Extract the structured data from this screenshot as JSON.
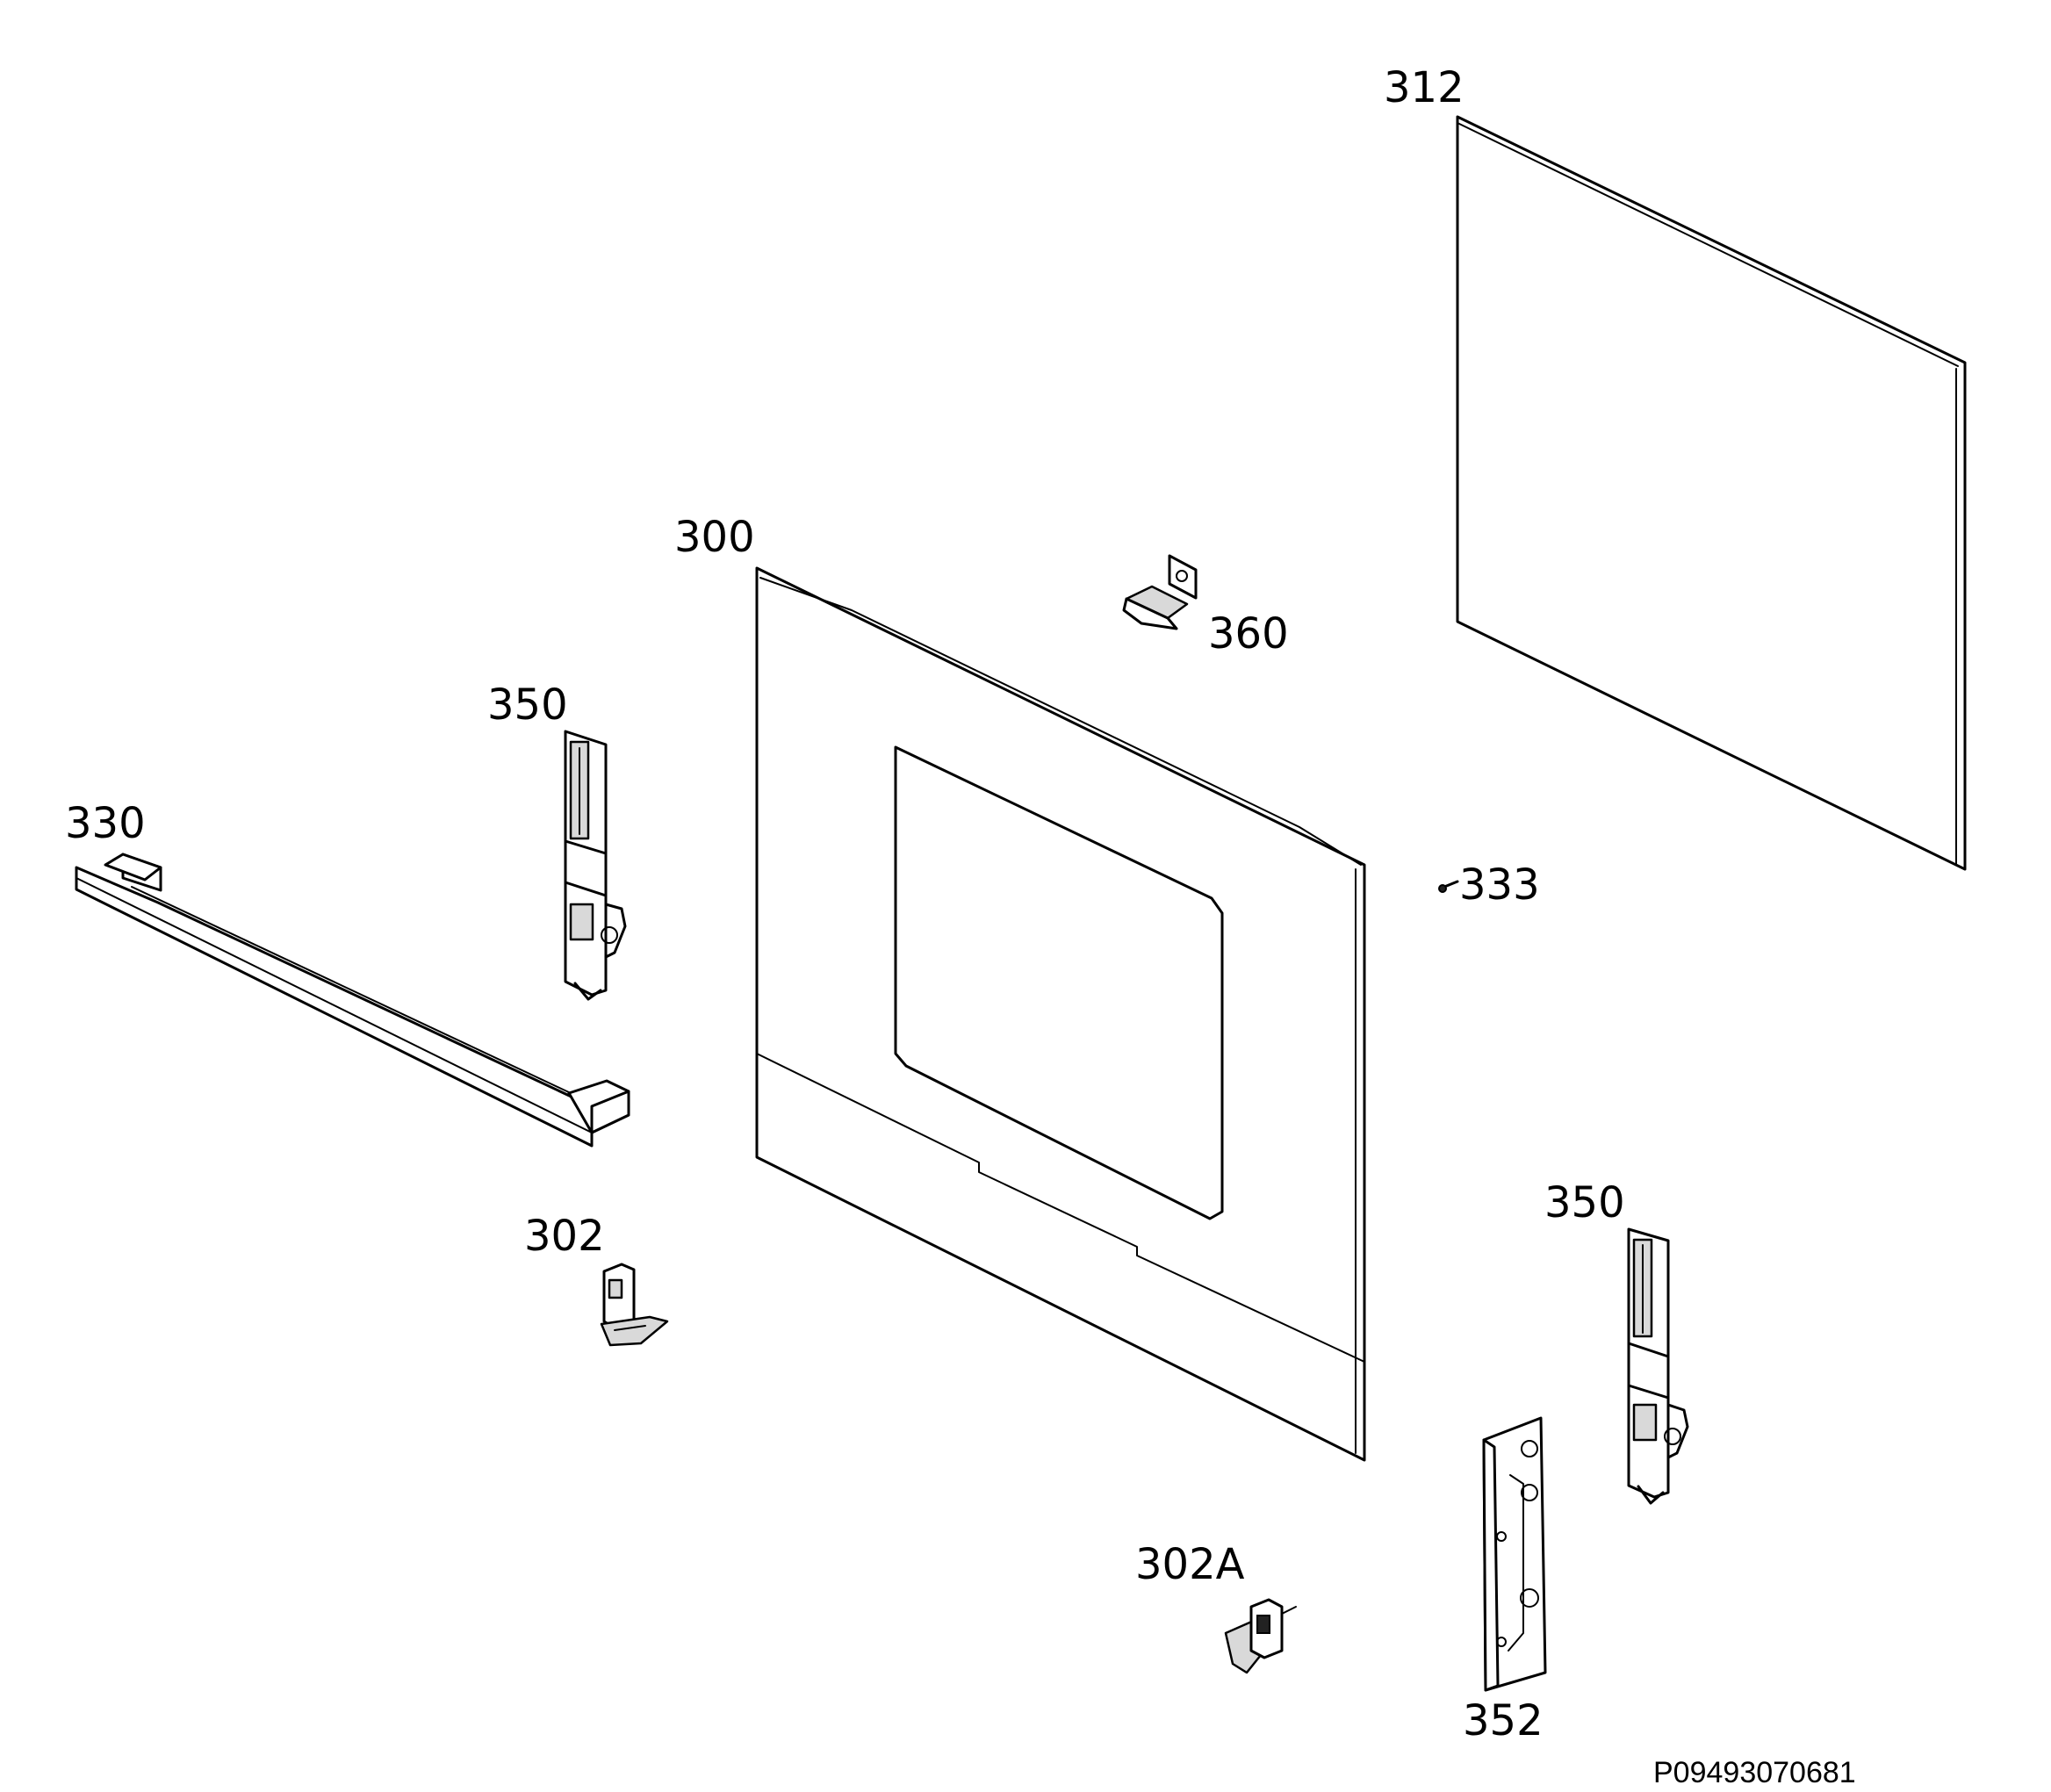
{
  "parts": [
    {
      "id": "glass-312",
      "label": "312"
    },
    {
      "id": "door-300",
      "label": "300"
    },
    {
      "id": "clip-360",
      "label": "360"
    },
    {
      "id": "hinge-350-left",
      "label": "350"
    },
    {
      "id": "handle-330",
      "label": "330"
    },
    {
      "id": "screw-333",
      "label": "333"
    },
    {
      "id": "hinge-350-right",
      "label": "350"
    },
    {
      "id": "bracket-302",
      "label": "302"
    },
    {
      "id": "bracket-302a",
      "label": "302A"
    },
    {
      "id": "hinge-plate-352",
      "label": "352"
    }
  ],
  "reference": "P09493070681"
}
